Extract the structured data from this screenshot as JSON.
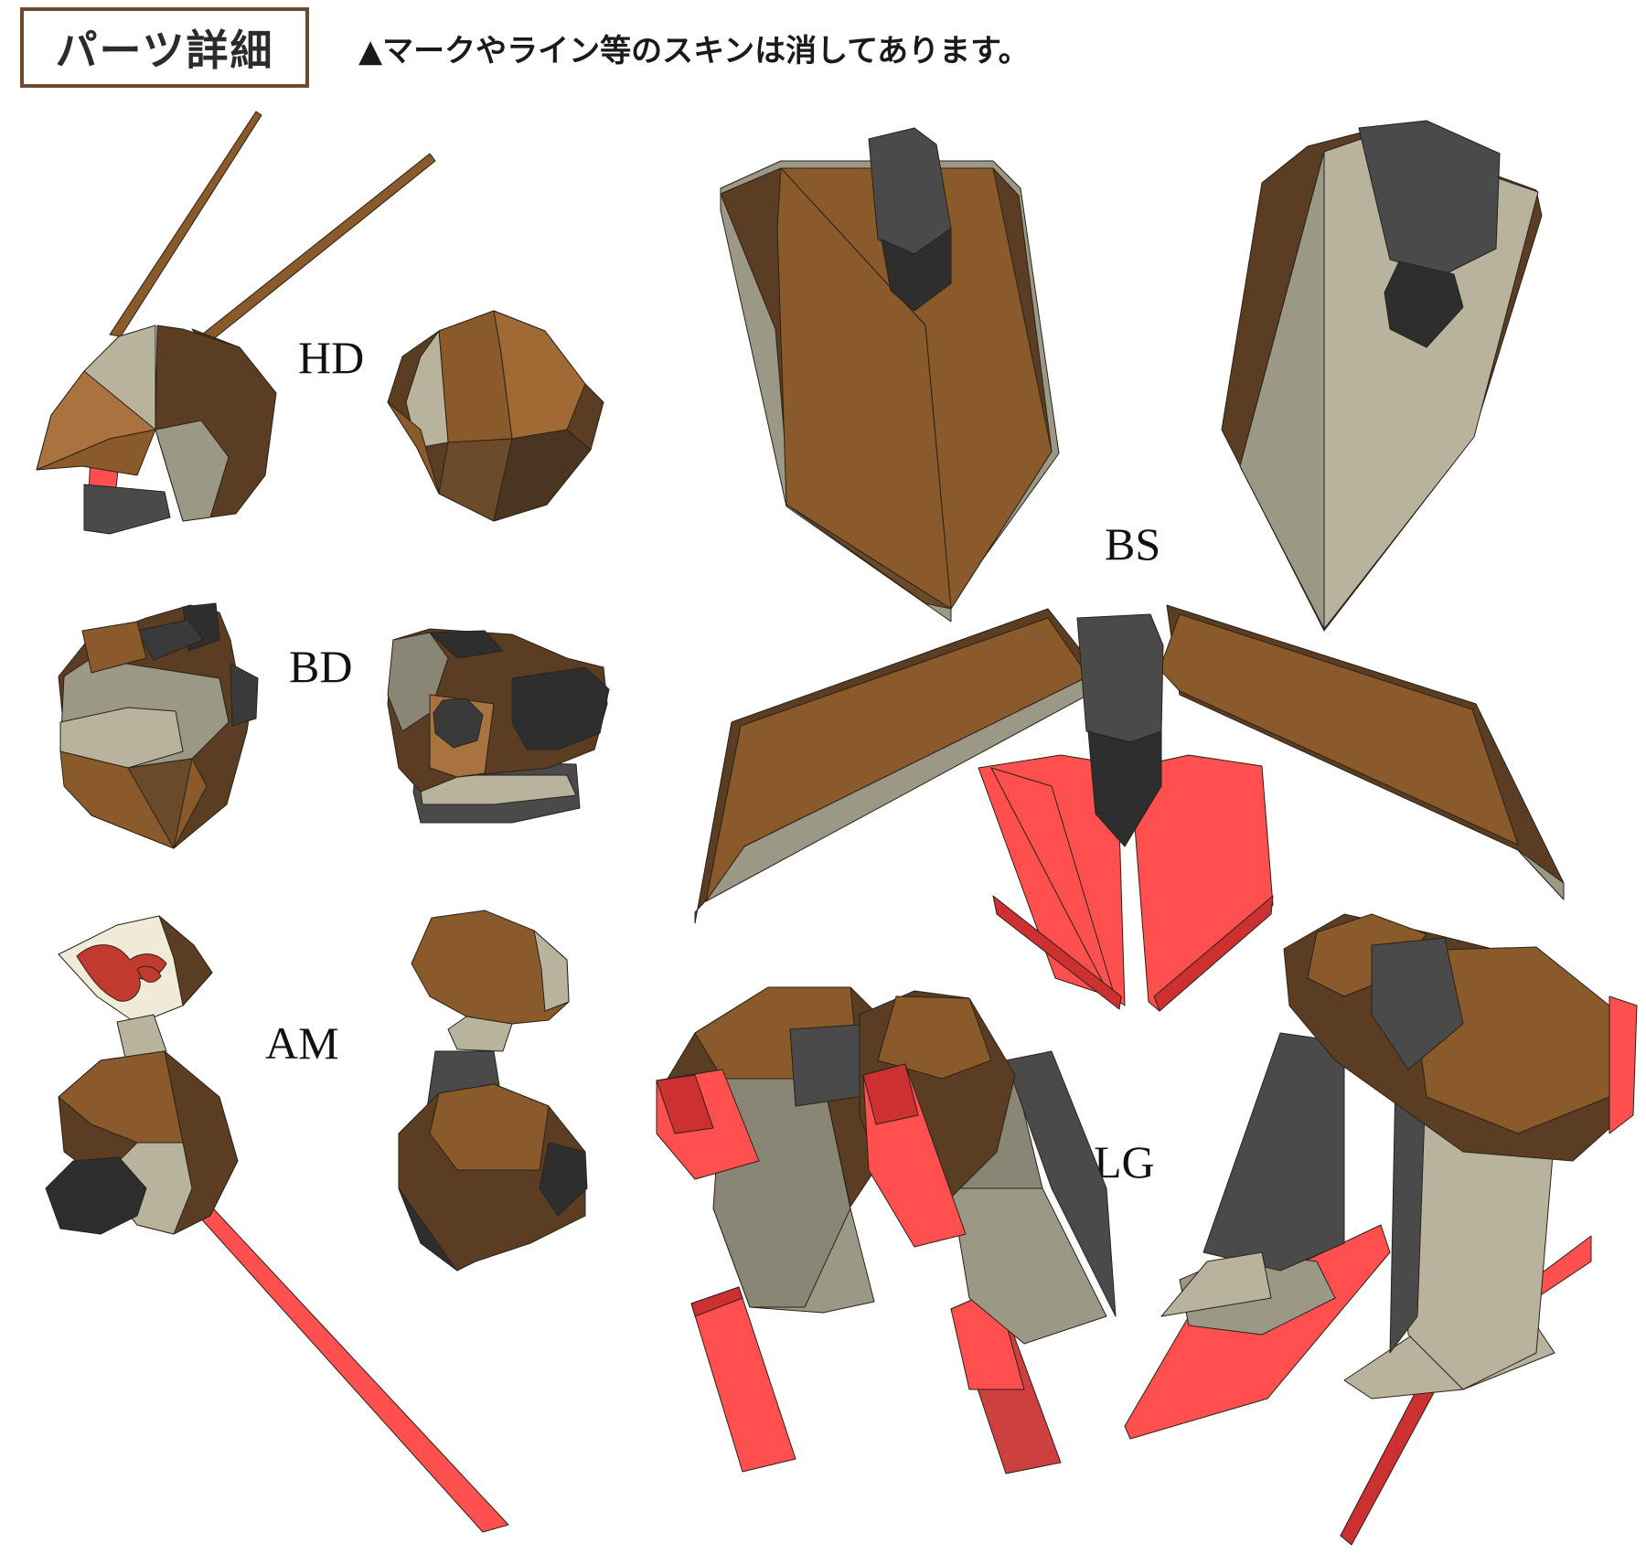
{
  "header": {
    "title": "パーツ詳細",
    "note": "▲マークやライン等のスキンは消してあります。"
  },
  "labels": {
    "hd": "HD",
    "bd": "BD",
    "am": "AM",
    "bs": "BS",
    "lg": "LG"
  },
  "colors": {
    "brown": "#8a5a2b",
    "brown_dark": "#5a3d22",
    "brown_light": "#a8733f",
    "beige": "#b8b39c",
    "gray": "#9c9886",
    "dark_gray": "#4a4a4a",
    "charcoal": "#2e2e2e",
    "red": "#ff4f4f",
    "red_dark": "#cc3030",
    "title_border": "#6b4a33"
  }
}
